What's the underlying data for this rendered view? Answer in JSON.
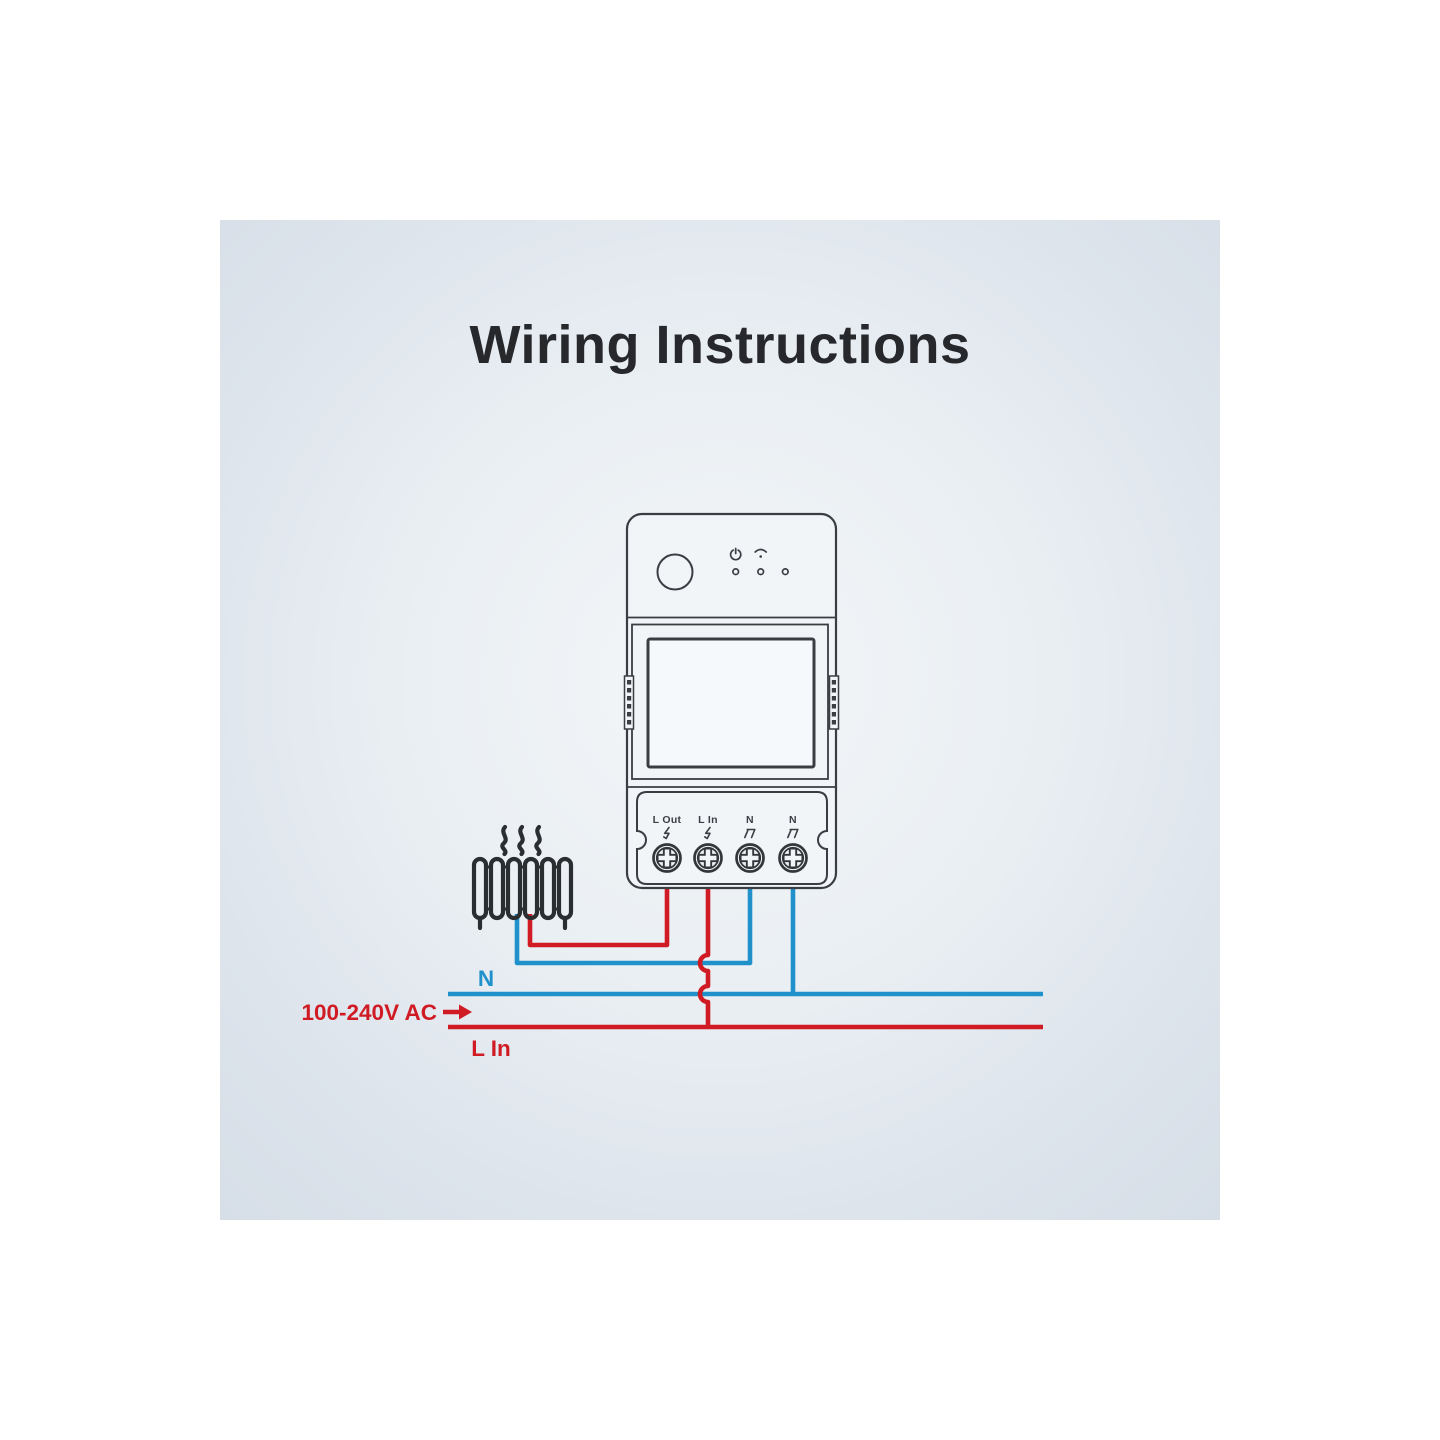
{
  "title": "Wiring Instructions",
  "device": {
    "name": "smart-switch-relay",
    "indicator_icons": [
      "power-icon",
      "wifi-icon"
    ],
    "led_count": 3,
    "terminals": [
      {
        "label": "L Out",
        "symbol": "lightning"
      },
      {
        "label": "L In",
        "symbol": "lightning"
      },
      {
        "label": "N",
        "symbol": "neutral-load"
      },
      {
        "label": "N",
        "symbol": "neutral-load"
      }
    ]
  },
  "load": {
    "icon": "radiator-heater-icon"
  },
  "labels": {
    "neutral": "N",
    "supply": "100-240V AC",
    "line_in": "L In"
  },
  "colors": {
    "live_wire": "#d01b24",
    "neutral_wire": "#2191cb",
    "outline": "#3a3e42",
    "title_text": "#26282b"
  }
}
